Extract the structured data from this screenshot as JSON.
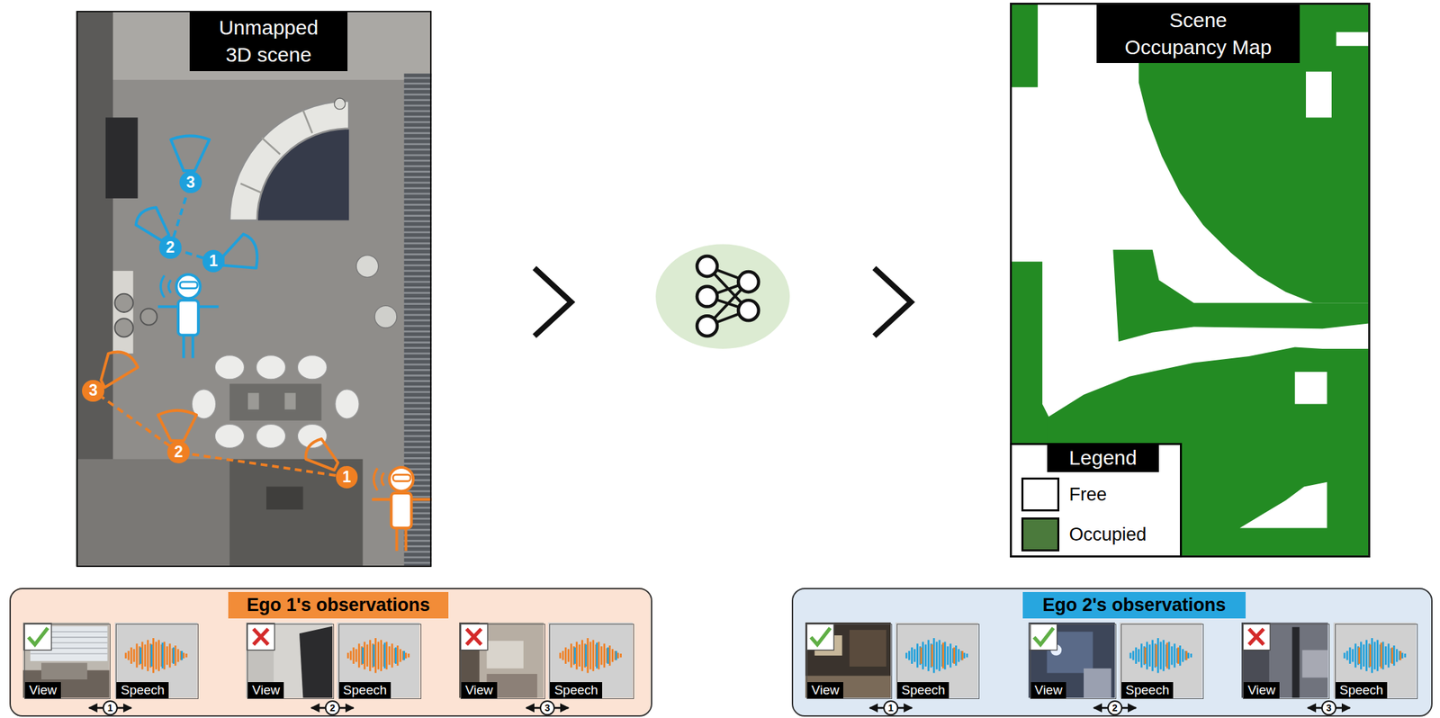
{
  "diagram": {
    "nodes": [
      {
        "text": [
          "Unmapped 3D scene"
        ]
      },
      {
        "text": [
          "1"
        ],
        "in": 0
      },
      {
        "text": [
          "2"
        ],
        "in": 0
      },
      {
        "text": [
          "3"
        ],
        "in": 0
      },
      {
        "text": [
          "1"
        ],
        "in": 0
      },
      {
        "text": [
          "2"
        ],
        "in": 0
      },
      {
        "text": [
          "3"
        ],
        "in": 0
      },
      {
        "text": [
          "Scene Occupancy Map"
        ]
      },
      {
        "text": [
          "Ego 1's observations"
        ]
      },
      {
        "text": [
          "View"
        ],
        "in": 8
      },
      {
        "text": [
          "Speech"
        ],
        "in": 8
      },
      {
        "text": [
          "View"
        ],
        "in": 8
      },
      {
        "text": [
          "Speech"
        ],
        "in": 8
      },
      {
        "text": [
          "View"
        ],
        "in": 8
      },
      {
        "text": [
          "Speech"
        ],
        "in": 8
      },
      {
        "text": [
          "Ego 2's observations"
        ]
      },
      {
        "text": [
          "View"
        ],
        "in": 15
      },
      {
        "text": [
          "Speech"
        ],
        "in": 15
      },
      {
        "text": [
          "View"
        ],
        "in": 15
      },
      {
        "text": [
          "Speech"
        ],
        "in": 15
      },
      {
        "text": [
          "View"
        ],
        "in": 15
      },
      {
        "text": [
          "Speech"
        ],
        "in": 15
      }
    ],
    "edges": [
      {
        "from": 1,
        "to": 2,
        "arrow": "none"
      },
      {
        "from": 2,
        "to": 3,
        "arrow": "none"
      },
      {
        "from": 4,
        "to": 5,
        "arrow": "none"
      },
      {
        "from": 5,
        "to": 6,
        "arrow": "none"
      }
    ],
    "labels": [
      "Legend",
      "1",
      "2",
      "3",
      "1",
      "2",
      "3"
    ],
    "legend": [
      {
        "text": "Free",
        "color": "#ffffff"
      },
      {
        "text": "Occupied",
        "color": "#4b7a3c"
      }
    ]
  }
}
